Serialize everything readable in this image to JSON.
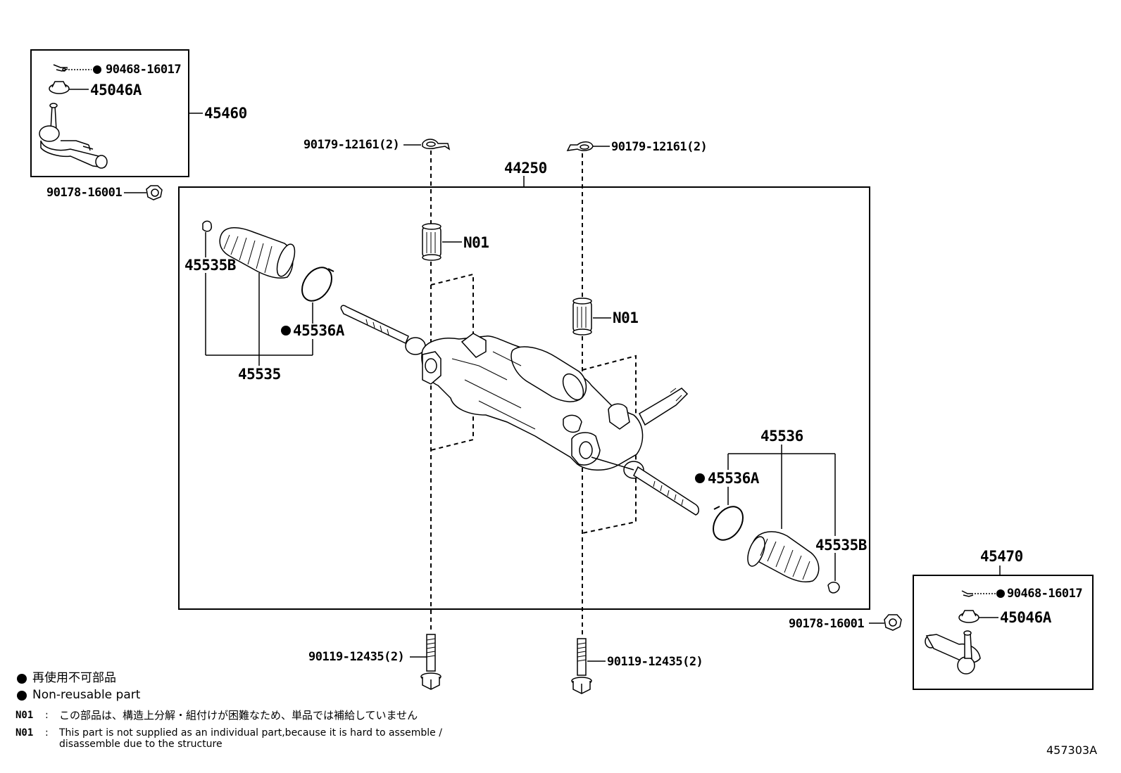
{
  "labels": {
    "tie_rod_end_left_assy": "45460",
    "tie_rod_end_right_assy": "45470",
    "cotter_pin_left": "90468-16017",
    "cotter_pin_right": "90468-16017",
    "nut_castle_left": "45046A",
    "nut_castle_right": "45046A",
    "lock_nut_left": "90178-16001",
    "lock_nut_right": "90178-16001",
    "clip_left": "90179-12161(2)",
    "clip_right": "90179-12161(2)",
    "gear_assy": "44250",
    "bush_upper": "N01",
    "bush_lower": "N01",
    "clip_boot_left": "45535B",
    "clip_boot_right": "45535B",
    "boot_clamp_left": "45536A",
    "boot_clamp_right": "45536A",
    "boot_set_left": "45535",
    "boot_set_right": "45536",
    "bolt_left": "90119-12435(2)",
    "bolt_right": "90119-12435(2)",
    "figure_code": "457303A"
  },
  "legend": {
    "nonreusable_jp": "再使用不可部品",
    "nonreusable_en": "Non-reusable part",
    "note_key_1": "N01",
    "note_colon_1": ":",
    "note_jp": "この部品は、構造上分解・組付けが困難なため、単品では補給していません",
    "note_key_2": "N01",
    "note_colon_2": ":",
    "note_en_line1": "This part is not supplied as an individual part,because it is hard to assemble /",
    "note_en_line2": "disassemble due to the structure"
  }
}
